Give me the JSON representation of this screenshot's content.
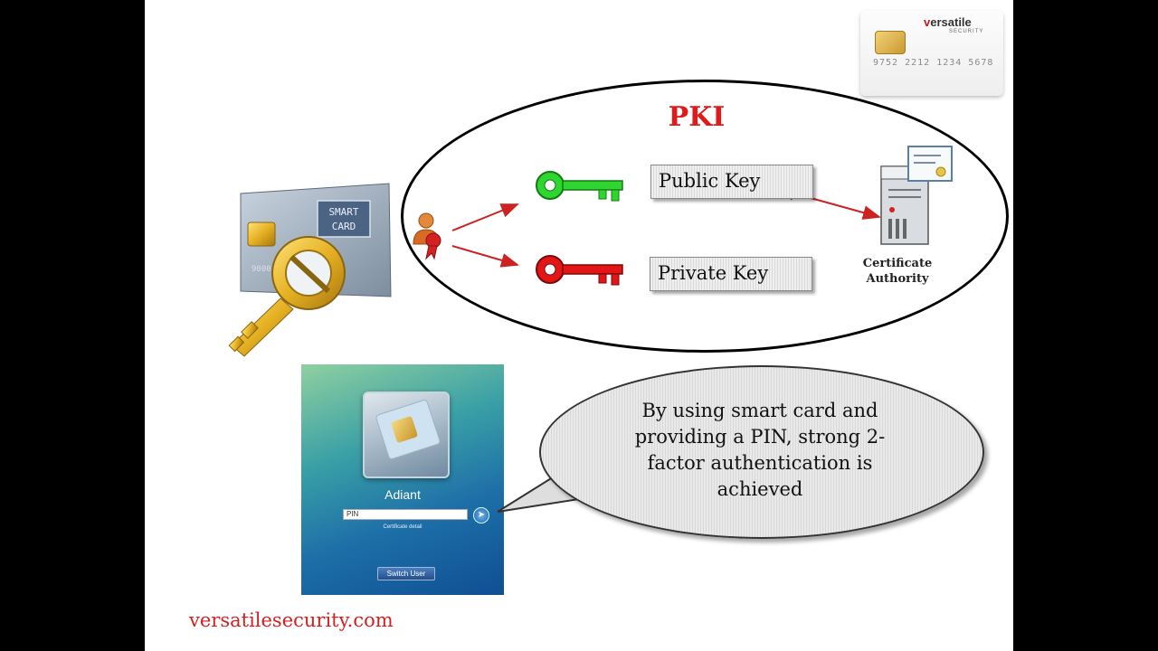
{
  "logo": {
    "brand_accent": "v",
    "brand_rest": "ersatile",
    "subtitle": "SECURITY",
    "card_number": "9752 2212 1234 5678"
  },
  "pki": {
    "title": "PKI",
    "public_key_label": "Public Key",
    "private_key_label": "Private Key",
    "ca_label_line1": "Certificate",
    "ca_label_line2": "Authority"
  },
  "smart_card_image": {
    "label_line1": "SMART",
    "label_line2": "CARD",
    "card_number_fragment": "9000"
  },
  "login_screen": {
    "user_name": "Adiant",
    "pin_placeholder": "PIN",
    "certificate_detail": "Certificate detail",
    "switch_user_label": "Switch User"
  },
  "bubble": {
    "text": "By using smart card and providing a PIN, strong 2-factor authentication is achieved"
  },
  "footer": {
    "url": "versatilesecurity.com"
  },
  "colors": {
    "pki_title": "#e01a1a",
    "public_key": "#22cc22",
    "private_key": "#dd1111",
    "arrow": "#cc2222",
    "footer_url": "#d42020"
  }
}
